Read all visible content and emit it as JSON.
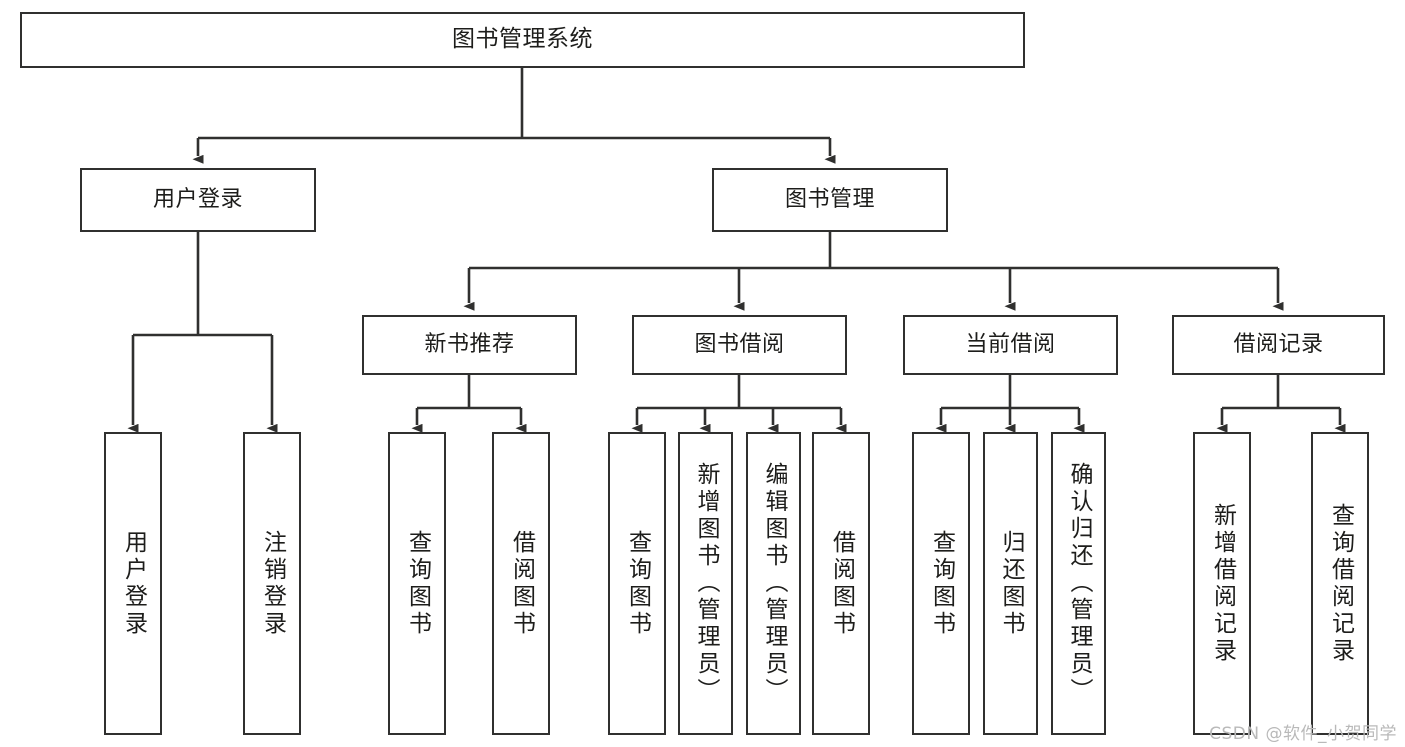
{
  "diagram": {
    "type": "tree-hierarchy",
    "title": "图书管理系统",
    "stroke_color": "#30302f",
    "fill_color": "#ffffff",
    "text_color": "#1d1d1b",
    "root": {
      "label": "图书管理系统"
    },
    "level1": [
      {
        "label": "用户登录"
      },
      {
        "label": "图书管理"
      }
    ],
    "level2": [
      {
        "label": "新书推荐"
      },
      {
        "label": "图书借阅"
      },
      {
        "label": "当前借阅"
      },
      {
        "label": "借阅记录"
      }
    ],
    "leaves": {
      "user_login": [
        {
          "label": "用户登录"
        },
        {
          "label": "注销登录"
        }
      ],
      "new_book_recommend": [
        {
          "label": "查询图书"
        },
        {
          "label": "借阅图书"
        }
      ],
      "book_borrow": [
        {
          "label": "查询图书"
        },
        {
          "label": "新增图书（管理员）"
        },
        {
          "label": "编辑图书（管理员）"
        },
        {
          "label": "借阅图书"
        }
      ],
      "current_borrow": [
        {
          "label": "查询图书"
        },
        {
          "label": "归还图书"
        },
        {
          "label": "确认归还（管理员）"
        }
      ],
      "borrow_records": [
        {
          "label": "新增借阅记录"
        },
        {
          "label": "查询借阅记录"
        }
      ]
    }
  },
  "watermark": {
    "text": "CSDN @软件_小贺同学"
  }
}
